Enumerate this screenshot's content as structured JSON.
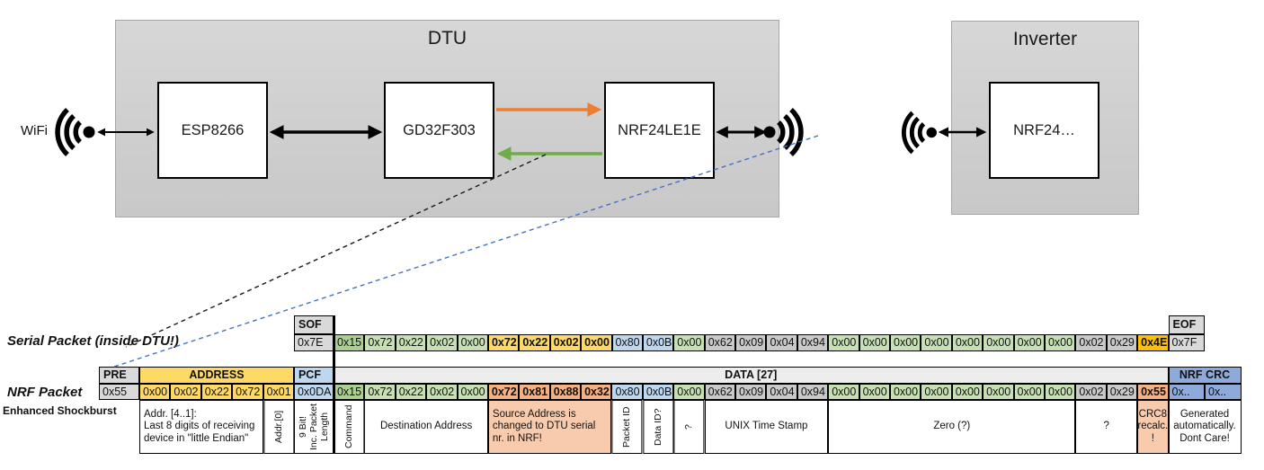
{
  "palette": {
    "green": "#C6E0B4",
    "green_dark": "#A9D08E",
    "yellow": "#FFD966",
    "blue": "#BDD7EE",
    "gray": "#C9C9C9",
    "grayhead": "#D9D9D9",
    "datahead": "#EDEDED",
    "orange": "#F4B183",
    "orange_light": "#F8CBAD",
    "gold": "#FFC000",
    "crcblue": "#8EAADB",
    "arrow_orange": "#ED7D31",
    "arrow_green": "#70AD47",
    "dash_blue": "#4472C4",
    "box_gray_top": "#D7D7D7",
    "box_gray_bottom": "#C8C8C8",
    "box_border": "#A6A6A6"
  },
  "diagram": {
    "wifi_label": "WiFi",
    "dtu": {
      "title": "DTU",
      "esp": "ESP8266",
      "mcu": "GD32F303",
      "nrf": "NRF24LE1E"
    },
    "inverter": {
      "title": "Inverter",
      "nrf": "NRF24…"
    }
  },
  "serial_packet": {
    "label": "Serial Packet (inside DTU!)",
    "sof_header": "SOF",
    "sof_value": "0x7E",
    "eof_header": "EOF",
    "eof_value": "0x7F",
    "bytes": [
      {
        "v": "0x15",
        "c": "green_dark"
      },
      {
        "v": "0x72",
        "c": "green"
      },
      {
        "v": "0x22",
        "c": "green"
      },
      {
        "v": "0x02",
        "c": "green"
      },
      {
        "v": "0x00",
        "c": "green"
      },
      {
        "v": "0x72",
        "c": "yellow"
      },
      {
        "v": "0x22",
        "c": "yellow"
      },
      {
        "v": "0x02",
        "c": "yellow"
      },
      {
        "v": "0x00",
        "c": "yellow"
      },
      {
        "v": "0x80",
        "c": "blue"
      },
      {
        "v": "0x0B",
        "c": "blue"
      },
      {
        "v": "0x00",
        "c": "green"
      },
      {
        "v": "0x62",
        "c": "gray"
      },
      {
        "v": "0x09",
        "c": "gray"
      },
      {
        "v": "0x04",
        "c": "gray"
      },
      {
        "v": "0x94",
        "c": "gray"
      },
      {
        "v": "0x00",
        "c": "green"
      },
      {
        "v": "0x00",
        "c": "green"
      },
      {
        "v": "0x00",
        "c": "green"
      },
      {
        "v": "0x00",
        "c": "green"
      },
      {
        "v": "0x00",
        "c": "green"
      },
      {
        "v": "0x00",
        "c": "green"
      },
      {
        "v": "0x00",
        "c": "green"
      },
      {
        "v": "0x00",
        "c": "green"
      },
      {
        "v": "0x02",
        "c": "gray"
      },
      {
        "v": "0x29",
        "c": "gray"
      },
      {
        "v": "0x4E",
        "c": "gold"
      }
    ]
  },
  "nrf_packet": {
    "label": "NRF Packet",
    "sublabel": "Enhanced Shockburst",
    "pre_header": "PRE",
    "pre_value": "0x55",
    "address_header": "ADDRESS",
    "address_values": [
      "0x00",
      "0x02",
      "0x22",
      "0x72",
      "0x01"
    ],
    "pcf_header": "PCF",
    "pcf_value": "0x0DA",
    "data_header": "DATA [27]",
    "bytes": [
      {
        "v": "0x15",
        "c": "green_dark"
      },
      {
        "v": "0x72",
        "c": "green"
      },
      {
        "v": "0x22",
        "c": "green"
      },
      {
        "v": "0x02",
        "c": "green"
      },
      {
        "v": "0x00",
        "c": "green"
      },
      {
        "v": "0x72",
        "c": "orange"
      },
      {
        "v": "0x81",
        "c": "orange"
      },
      {
        "v": "0x88",
        "c": "orange"
      },
      {
        "v": "0x32",
        "c": "orange"
      },
      {
        "v": "0x80",
        "c": "blue"
      },
      {
        "v": "0x0B",
        "c": "blue"
      },
      {
        "v": "0x00",
        "c": "green"
      },
      {
        "v": "0x62",
        "c": "gray"
      },
      {
        "v": "0x09",
        "c": "gray"
      },
      {
        "v": "0x04",
        "c": "gray"
      },
      {
        "v": "0x94",
        "c": "gray"
      },
      {
        "v": "0x00",
        "c": "green"
      },
      {
        "v": "0x00",
        "c": "green"
      },
      {
        "v": "0x00",
        "c": "green"
      },
      {
        "v": "0x00",
        "c": "green"
      },
      {
        "v": "0x00",
        "c": "green"
      },
      {
        "v": "0x00",
        "c": "green"
      },
      {
        "v": "0x00",
        "c": "green"
      },
      {
        "v": "0x00",
        "c": "green"
      },
      {
        "v": "0x02",
        "c": "gray"
      },
      {
        "v": "0x29",
        "c": "gray"
      },
      {
        "v": "0x55",
        "c": "orange"
      }
    ],
    "crc_header": "NRF CRC",
    "crc_values": [
      "0x..",
      "0x.."
    ],
    "annotations": [
      {
        "t": "Addr. [4..1]:\nLast 8 digits of receiving\ndevice in \"little Endian\"",
        "s": 4,
        "align": "l"
      },
      {
        "t": "Addr.[0]",
        "s": 1,
        "vert": true
      },
      {
        "t": "9 Bit!\nInc. Packet\nLength",
        "s": 1,
        "vert": true
      },
      {
        "t": "Command",
        "s": 1,
        "vert": true
      },
      {
        "t": "Destination Address",
        "s": 4
      },
      {
        "t": "Source Address is\nchanged to DTU serial\nnr. in NRF!",
        "s": 4,
        "align": "l",
        "bg": "o"
      },
      {
        "t": "Packet ID",
        "s": 1,
        "vert": true
      },
      {
        "t": "Data ID?",
        "s": 1,
        "vert": true
      },
      {
        "t": "?",
        "s": 1,
        "vert": true
      },
      {
        "t": "UNIX Time Stamp",
        "s": 4
      },
      {
        "t": "Zero (?)",
        "s": 8
      },
      {
        "t": "?",
        "s": 2
      },
      {
        "t": "CRC8\nrecalc.\n!",
        "s": 1,
        "bg": "o"
      },
      {
        "t": "Generated\nautomatically.\nDont Care!",
        "s": 2
      }
    ]
  }
}
